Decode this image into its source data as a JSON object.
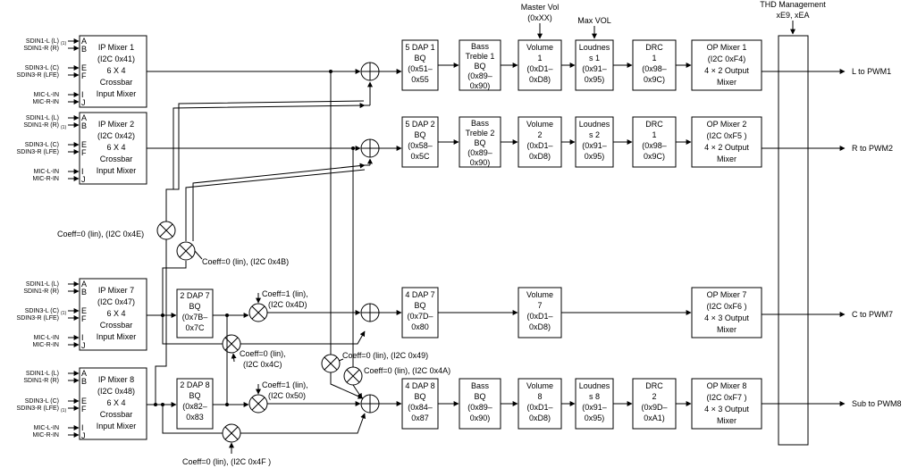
{
  "top_labels": {
    "master_vol": [
      "Master Vol",
      "(0xXX)"
    ],
    "max_vol": "Max VOL",
    "thd": [
      "THD Management",
      "xE9, xEA"
    ]
  },
  "channels": [
    {
      "key": "ch1",
      "inputs": [
        {
          "label": "SDIN1-L (L)",
          "sub": "(1)",
          "letter": "A"
        },
        {
          "label": "SDIN1-R (R)",
          "sub": "",
          "letter": "B"
        },
        {
          "label": "SDIN3-L (C)",
          "sub": "",
          "letter": "E"
        },
        {
          "label": "SDIN3-R (LFE)",
          "sub": "",
          "letter": "F"
        },
        {
          "label": "MIC-L-IN",
          "sub": "",
          "letter": "I"
        },
        {
          "label": "MIC-R-IN",
          "sub": "",
          "letter": "J"
        }
      ],
      "ip_mixer": [
        "IP Mixer 1",
        "(I2C 0x41)",
        "6 X 4",
        "Crossbar",
        "Input Mixer"
      ],
      "dap": [
        "5 DAP 1",
        "BQ",
        "(0x51–",
        "0x55"
      ],
      "bass": [
        "Bass",
        "Treble 1",
        "BQ",
        "(0x89–",
        "0x90)"
      ],
      "volume": [
        "Volume",
        "1",
        "(0xD1–",
        "0xD8)"
      ],
      "loudness": [
        "Loudnes",
        "s 1",
        "(0x91–",
        "0x95)"
      ],
      "drc": [
        "DRC",
        "1",
        "(0x98–",
        "0x9C)"
      ],
      "op_mixer": [
        "OP Mixer 1",
        "(I2C 0xF4)",
        "4 × 2 Output",
        "Mixer"
      ],
      "output": "L to PWM1"
    },
    {
      "key": "ch2",
      "inputs": [
        {
          "label": "SDIN1-L (L)",
          "sub": "",
          "letter": "A"
        },
        {
          "label": "SDIN1-R (R)",
          "sub": "(1)",
          "letter": "B"
        },
        {
          "label": "SDIN3-L (C)",
          "sub": "",
          "letter": "E"
        },
        {
          "label": "SDIN3-R (LFE)",
          "sub": "",
          "letter": "F"
        },
        {
          "label": "MIC-L-IN",
          "sub": "",
          "letter": "I"
        },
        {
          "label": "MIC-R-IN",
          "sub": "",
          "letter": "J"
        }
      ],
      "ip_mixer": [
        "IP Mixer 2",
        "(I2C 0x42)",
        "6 X 4",
        "Crossbar",
        "Input Mixer"
      ],
      "dap": [
        "5 DAP 2",
        "BQ",
        "(0x58–",
        "0x5C"
      ],
      "bass": [
        "Bass",
        "Treble 2",
        "BQ",
        "(0x89–",
        "0x90)"
      ],
      "volume": [
        "Volume",
        "2",
        "(0xD1–",
        "0xD8)"
      ],
      "loudness": [
        "Loudnes",
        "s 2",
        "(0x91–",
        "0x95)"
      ],
      "drc": [
        "DRC",
        "1",
        "(0x98–",
        "0x9C)"
      ],
      "op_mixer": [
        "OP Mixer 2",
        "(I2C 0xF5 )",
        "4 × 2 Output",
        "Mixer"
      ],
      "output": "R to PWM2"
    },
    {
      "key": "ch7",
      "inputs": [
        {
          "label": "SDIN1-L (L)",
          "sub": "",
          "letter": "A"
        },
        {
          "label": "SDIN1-R (R)",
          "sub": "",
          "letter": "B"
        },
        {
          "label": "SDIN3-L (C)",
          "sub": "(1)",
          "letter": "E"
        },
        {
          "label": "SDIN3-R (LFE)",
          "sub": "",
          "letter": "F"
        },
        {
          "label": "MIC-L-IN",
          "sub": "",
          "letter": "I"
        },
        {
          "label": "MIC-R-IN",
          "sub": "",
          "letter": "J"
        }
      ],
      "ip_mixer": [
        "IP Mixer 7",
        "(I2C 0x47)",
        "6 X 4",
        "Crossbar",
        "Input Mixer"
      ],
      "small_dap": [
        "2 DAP 7",
        "BQ",
        "(0x7B–",
        "0x7C"
      ],
      "dap": [
        "4 DAP 7",
        "BQ",
        "(0x7D–",
        "0x80"
      ],
      "volume": [
        "Volume",
        "7",
        "(0xD1–",
        "0xD8)"
      ],
      "op_mixer": [
        "OP Mixer 7",
        "(I2C 0xF6 )",
        "4 × 3 Output",
        "Mixer"
      ],
      "output": "C to PWM7"
    },
    {
      "key": "ch8",
      "inputs": [
        {
          "label": "SDIN1-L (L)",
          "sub": "",
          "letter": "A"
        },
        {
          "label": "SDIN1-R (R)",
          "sub": "",
          "letter": "B"
        },
        {
          "label": "SDIN3-L (C)",
          "sub": "",
          "letter": "E"
        },
        {
          "label": "SDIN3-R (LFE)",
          "sub": "(1)",
          "letter": "F"
        },
        {
          "label": "MIC-L-IN",
          "sub": "",
          "letter": "I"
        },
        {
          "label": "MIC-R-IN",
          "sub": "",
          "letter": "J"
        }
      ],
      "ip_mixer": [
        "IP Mixer 8",
        "(I2C 0x48)",
        "6 X 4",
        "Crossbar",
        "Input Mixer"
      ],
      "small_dap": [
        "2 DAP 8",
        "BQ",
        "(0x82–",
        "0x83"
      ],
      "dap": [
        "4 DAP 8",
        "BQ",
        "(0x84–",
        "0x87"
      ],
      "bass": [
        "Bass",
        "BQ",
        "(0x89–",
        "0x90)"
      ],
      "volume": [
        "Volume",
        "8",
        "(0xD1–",
        "0xD8)"
      ],
      "loudness": [
        "Loudnes",
        "s 8",
        "(0x91–",
        "0x95)"
      ],
      "drc": [
        "DRC",
        "2",
        "(0x9D–",
        "0xA1)"
      ],
      "op_mixer": [
        "OP Mixer 8",
        "(I2C 0xF7 )",
        "4 × 3 Output",
        "Mixer"
      ],
      "output": "Sub to PWM8"
    }
  ],
  "coefficients": {
    "c4e": "Coeff=0 (lin), (I2C 0x4E)",
    "c4b": "Coeff=0 (lin), (I2C 0x4B)",
    "c4d": [
      "Coeff=1 (lin),",
      "(I2C 0x4D)"
    ],
    "c4c": [
      "Coeff=0 (lin),",
      "(I2C 0x4C)"
    ],
    "c49": "Coeff=0 (lin), (I2C 0x49)",
    "c4a": "Coeff=0 (lin), (I2C 0x4A)",
    "c50": [
      "Coeff=1 (lin),",
      "(I2C 0x50)"
    ],
    "c4f": "Coeff=0 (lin), (I2C 0x4F )"
  }
}
